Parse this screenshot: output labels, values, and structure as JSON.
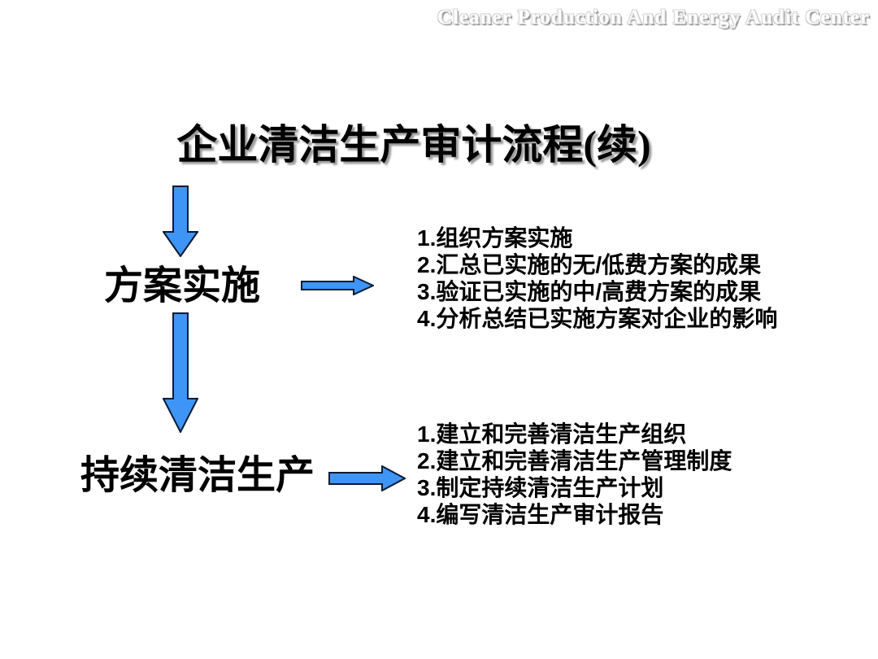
{
  "watermark": "Cleaner Production And Energy Audit Center",
  "title": "企业清洁生产审计流程(续)",
  "colors": {
    "arrow_fill": "#3E95F5",
    "arrow_stroke": "#0B1B33"
  },
  "sections": [
    {
      "label": "方案实施",
      "items": [
        {
          "num": "1.",
          "text": "组织方案实施"
        },
        {
          "num": "2.",
          "text": "汇总已实施的无/低费方案的成果"
        },
        {
          "num": "3.",
          "text": "验证已实施的中/高费方案的成果"
        },
        {
          "num": "4.",
          "text": "分析总结已实施方案对企业的影响"
        }
      ]
    },
    {
      "label": "持续清洁生产",
      "items": [
        {
          "num": "1.",
          "text": "建立和完善清洁生产组织"
        },
        {
          "num": "2.",
          "text": "建立和完善清洁生产管理制度"
        },
        {
          "num": "3.",
          "text": "制定持续清洁生产计划"
        },
        {
          "num": "4.",
          "text": "编写清洁生产审计报告"
        }
      ]
    }
  ]
}
